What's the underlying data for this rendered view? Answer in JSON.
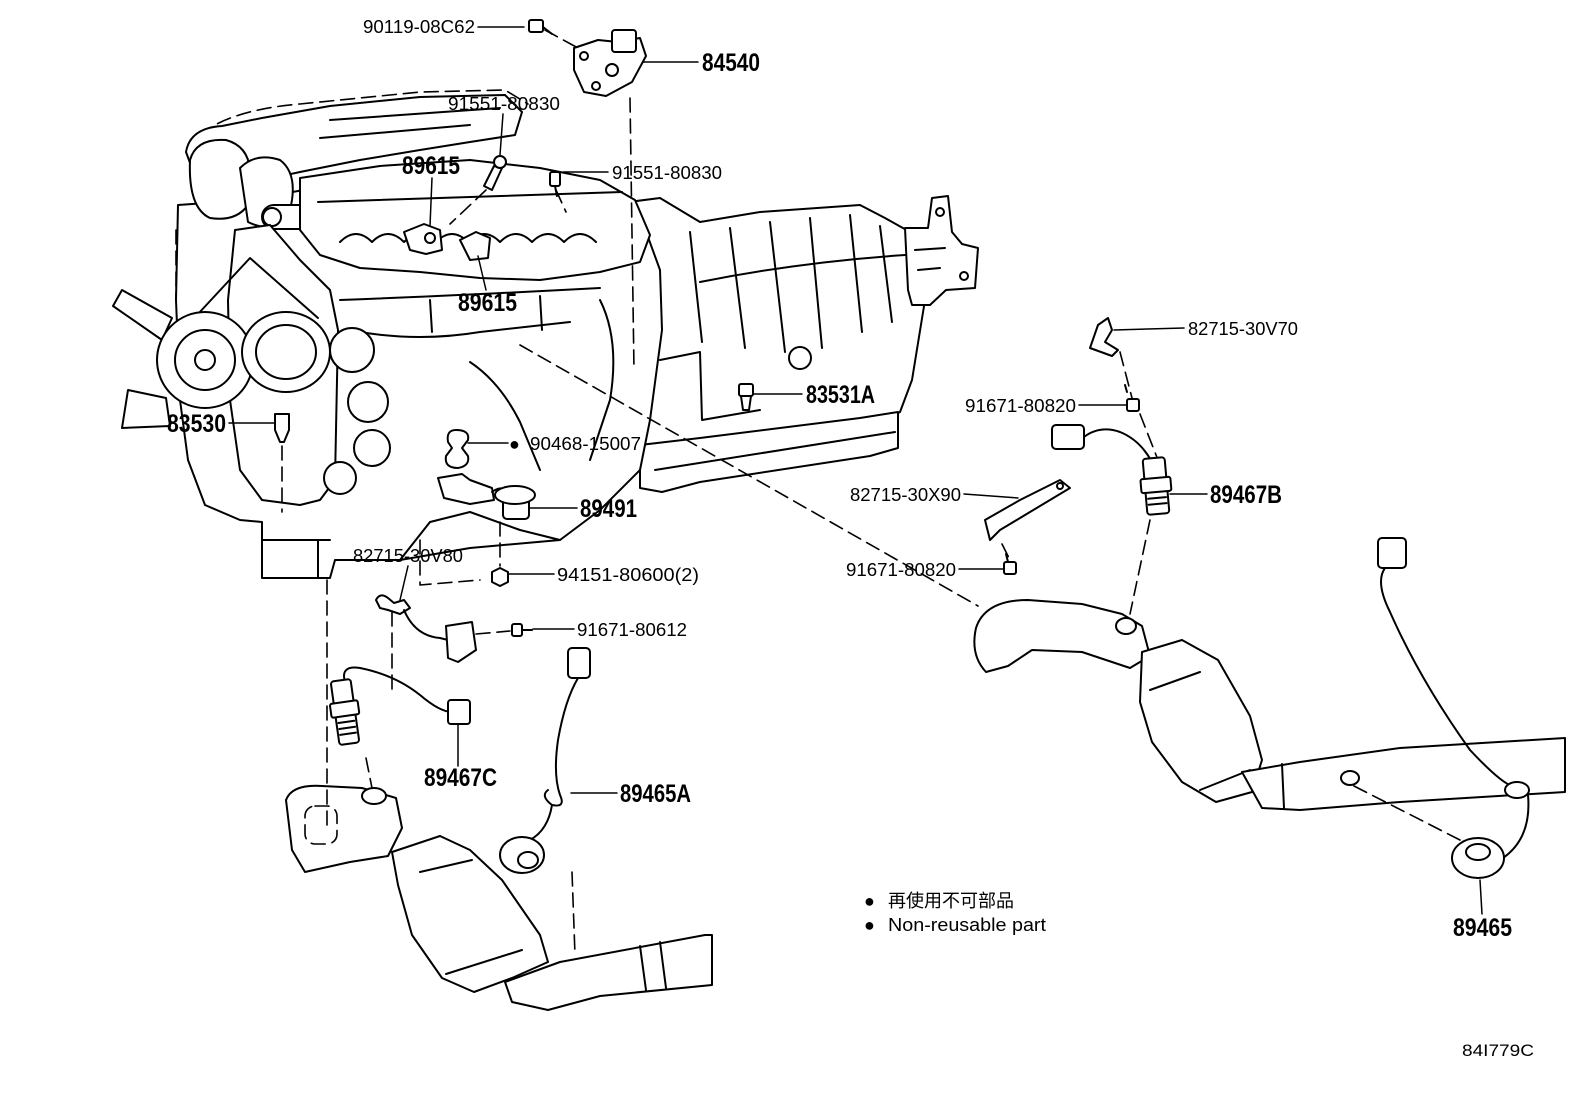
{
  "diagram": {
    "callouts": [
      {
        "part_no": "90119-08C62"
      },
      {
        "part_no": "84540"
      },
      {
        "part_no": "91551-80830"
      },
      {
        "part_no": "89615"
      },
      {
        "part_no": "91551-80830"
      },
      {
        "part_no": "89615"
      },
      {
        "part_no": "82715-30V70"
      },
      {
        "part_no": "83531A"
      },
      {
        "part_no": "91671-80820"
      },
      {
        "part_no": "83530"
      },
      {
        "part_no": "90468-15007"
      },
      {
        "part_no": "89491"
      },
      {
        "part_no": "82715-30X90"
      },
      {
        "part_no": "89467B"
      },
      {
        "part_no": "82715-30V80"
      },
      {
        "part_no": "94151-80600(2)"
      },
      {
        "part_no": "91671-80820"
      },
      {
        "part_no": "91671-80612"
      },
      {
        "part_no": "89467C"
      },
      {
        "part_no": "89465A"
      },
      {
        "part_no": "89465"
      }
    ],
    "legend": {
      "marker": "●",
      "lines": [
        "再使用不可部品",
        "Non-reusable part"
      ]
    },
    "illustration_code": "84I779C",
    "colors": {
      "line": "#000000",
      "background": "#ffffff"
    }
  }
}
